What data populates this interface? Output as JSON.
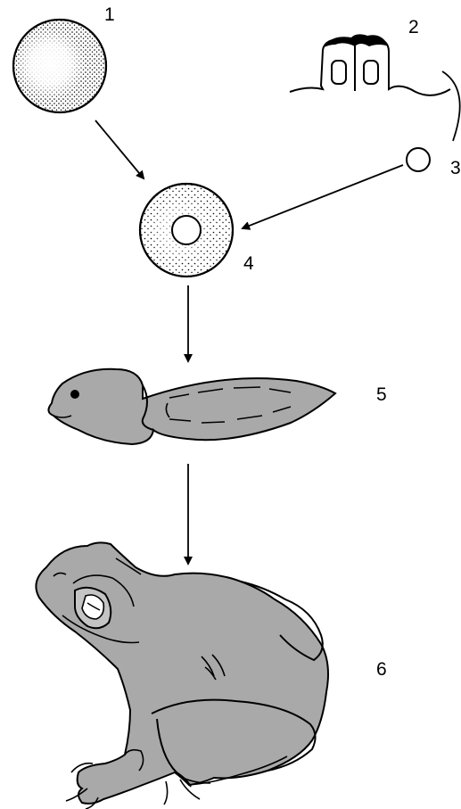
{
  "labels": {
    "stage1": "1",
    "stage2": "2",
    "stage3": "3",
    "stage4": "4",
    "stage5": "5",
    "stage6": "6"
  },
  "colors": {
    "ink": "#000000",
    "fill_gray": "#a9a9a9",
    "background": "#ffffff",
    "cell_fill": "#f4f4f4"
  }
}
